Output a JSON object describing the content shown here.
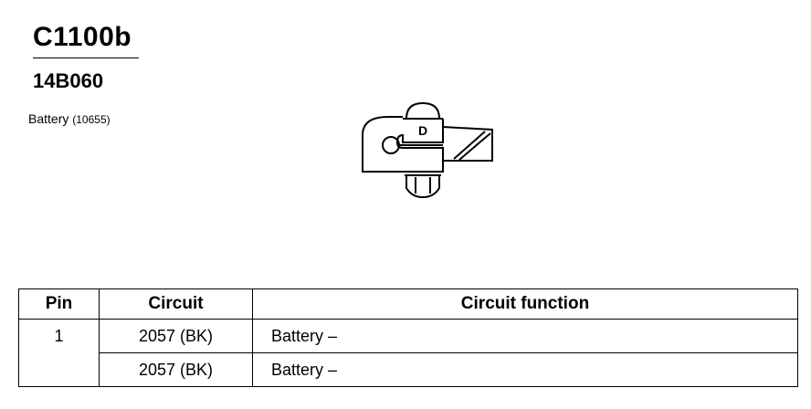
{
  "header": {
    "connector_id": "C1100b",
    "part_number": "14B060",
    "component_name": "Battery",
    "component_ref": "(10655)"
  },
  "diagram": {
    "pin_label": "D"
  },
  "table": {
    "headers": [
      "Pin",
      "Circuit",
      "Circuit function"
    ],
    "pin": "1",
    "rows": [
      {
        "circuit": "2057 (BK)",
        "function": "Battery  –"
      },
      {
        "circuit": "2057 (BK)",
        "function": "Battery  –"
      }
    ]
  }
}
